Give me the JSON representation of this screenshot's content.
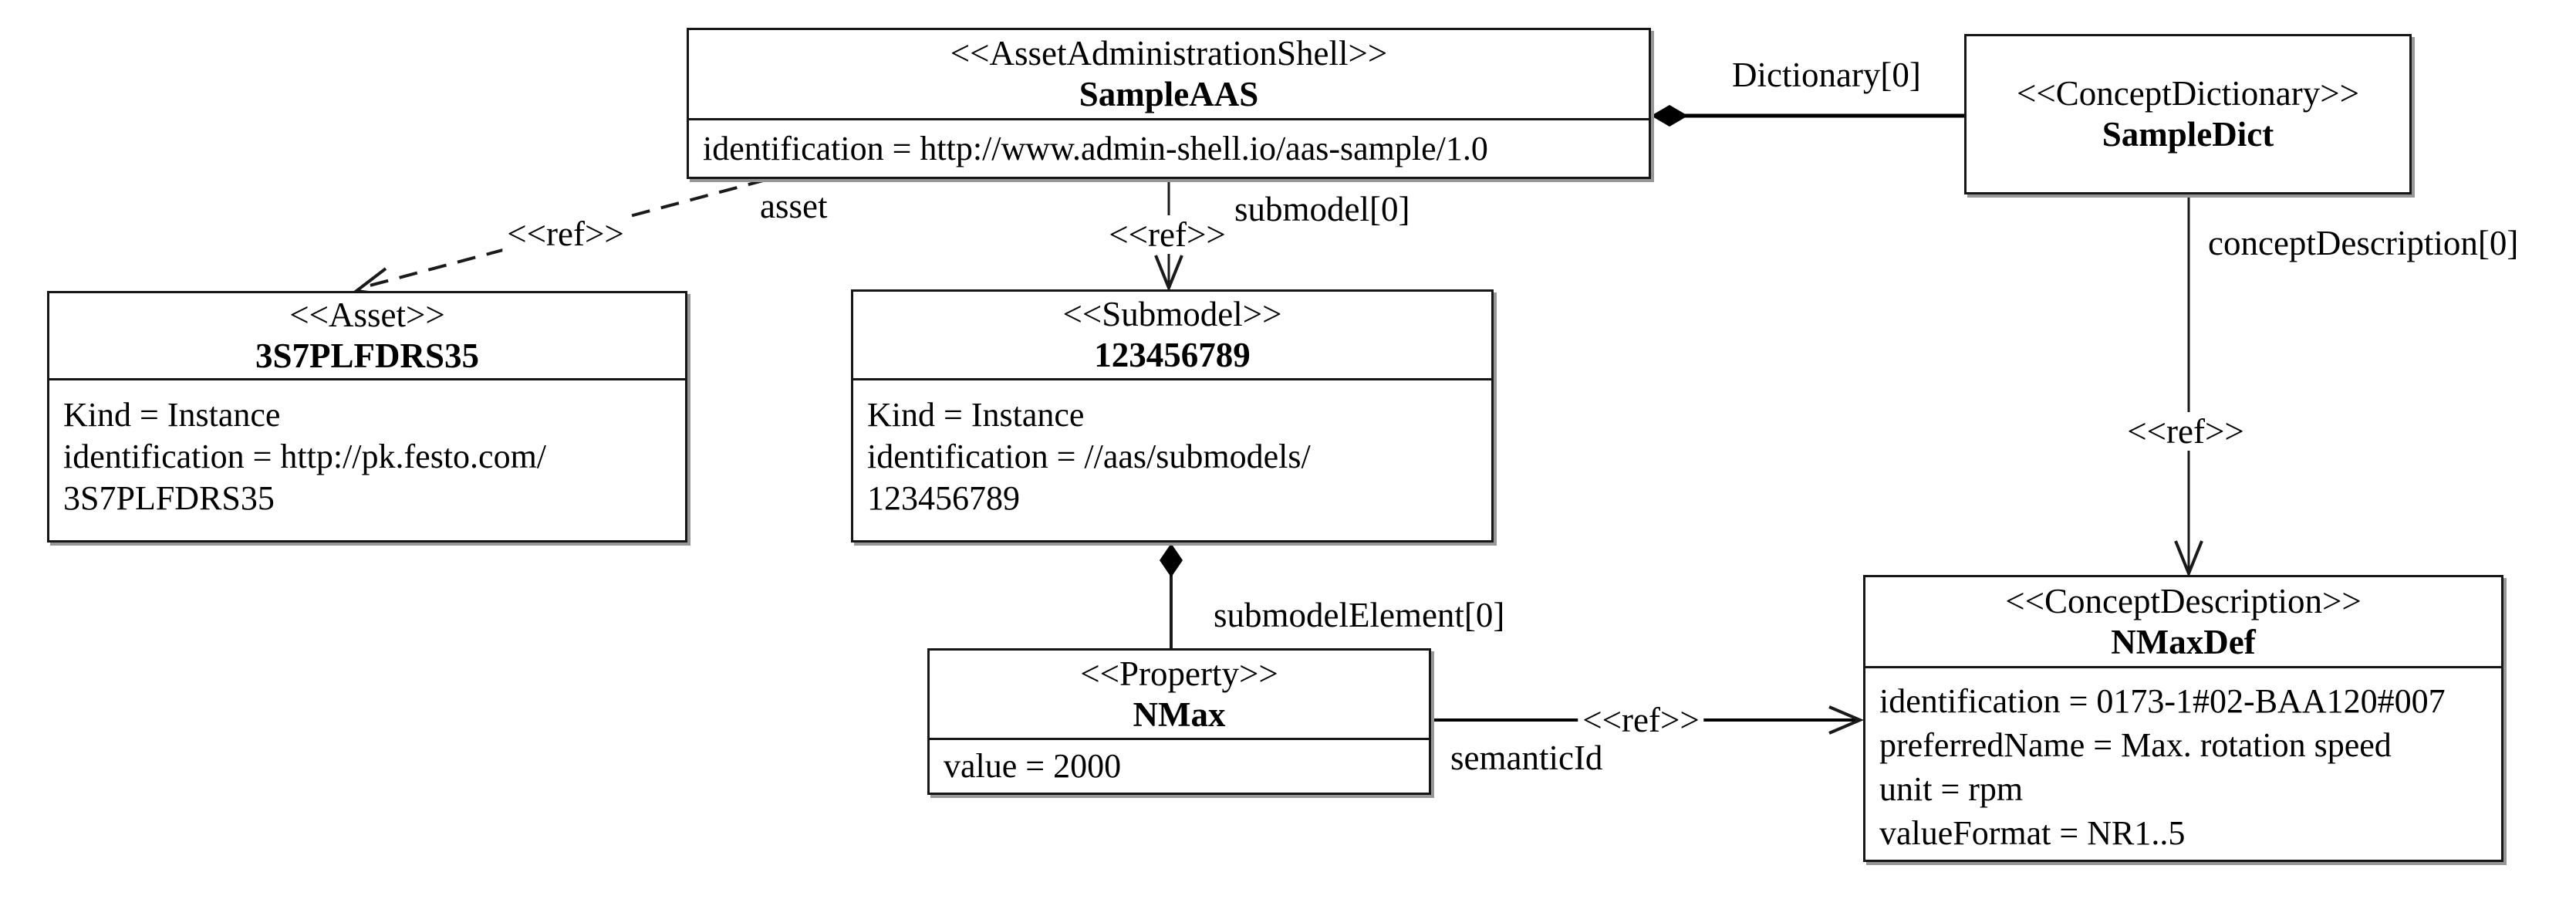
{
  "colors": {
    "line": "#000000",
    "box_border": "#161616",
    "box_shadow": "#979797",
    "background": "#ffffff",
    "text": "#000000"
  },
  "boxes": {
    "aas": {
      "stereotype": "<<AssetAdministrationShell>>",
      "name": "SampleAAS",
      "attributes": [
        "identification = http://www.admin-shell.io/aas-sample/1.0"
      ]
    },
    "dict": {
      "stereotype": "<<ConceptDictionary>>",
      "name": "SampleDict"
    },
    "asset": {
      "stereotype": "<<Asset>>",
      "name": "3S7PLFDRS35",
      "attributes": [
        "Kind = Instance",
        "identification = http://pk.festo.com/",
        "3S7PLFDRS35"
      ]
    },
    "submodel": {
      "stereotype": "<<Submodel>>",
      "name": "123456789",
      "attributes": [
        "Kind = Instance",
        "identification = //aas/submodels/",
        "123456789"
      ]
    },
    "property": {
      "stereotype": "<<Property>>",
      "name": "NMax",
      "attributes": [
        "value = 2000"
      ]
    },
    "concept_description": {
      "stereotype": "<<ConceptDescription>>",
      "name": "NMaxDef",
      "attributes": [
        "identification = 0173-1#02-BAA120#007",
        "preferredName = Max. rotation speed",
        "unit = rpm",
        "valueFormat = NR1..5"
      ]
    }
  },
  "edges": {
    "dictionary": {
      "label": "Dictionary[0]"
    },
    "asset": {
      "stereotype": "<<ref>>",
      "label": "asset"
    },
    "submodel": {
      "stereotype": "<<ref>>",
      "label": "submodel[0]"
    },
    "concept_description": {
      "stereotype": "<<ref>>",
      "label": "conceptDescription[0]"
    },
    "submodel_element": {
      "label": "submodelElement[0]"
    },
    "semantic_id": {
      "stereotype": "<<ref>>",
      "label": "semanticId"
    }
  }
}
